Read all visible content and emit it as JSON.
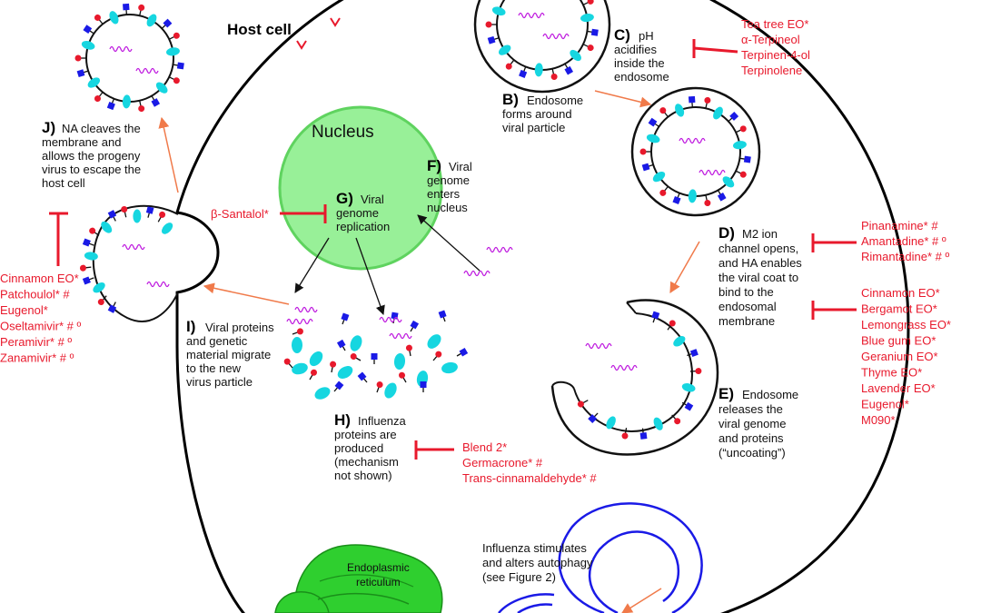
{
  "colors": {
    "inhibitor": "#e8192c",
    "flow_arrow": "#f07a4a",
    "nucleus_fill": "#98f098",
    "nucleus_stroke": "#5fd35f",
    "ha_protein": "#1a1ae6",
    "na_protein": "#e8192c",
    "m2_protein": "#16d6e0",
    "rna": "#c020e0",
    "er_fill": "#2fcf2f",
    "autophagy": "#1a1ae6"
  },
  "labels": {
    "host_cell": "Host cell",
    "nucleus": "Nucleus",
    "er_line1": "Endoplasmic",
    "er_line2": "reticulum",
    "autophagy_line1": "Influenza stimulates",
    "autophagy_line2": "and alters autophagy",
    "autophagy_line3": "(see Figure 2)"
  },
  "steps": {
    "b": {
      "letter": "B)",
      "lines": [
        "Endosome",
        "forms around",
        "viral particle"
      ]
    },
    "c": {
      "letter": "C)",
      "lines": [
        "pH",
        "acidifies",
        "inside the",
        "endosome"
      ]
    },
    "d": {
      "letter": "D)",
      "lines": [
        "M2 ion",
        "channel opens,",
        "and HA enables",
        "the viral coat to",
        "bind to the",
        "endosomal",
        "membrane"
      ]
    },
    "e": {
      "letter": "E)",
      "lines": [
        "Endosome",
        "releases the",
        "viral genome",
        "and proteins",
        "(“uncoating”)"
      ]
    },
    "f": {
      "letter": "F)",
      "lines": [
        "Viral",
        "genome",
        "enters",
        "nucleus"
      ]
    },
    "g": {
      "letter": "G)",
      "lines": [
        "Viral",
        "genome",
        "replication"
      ]
    },
    "h": {
      "letter": "H)",
      "lines": [
        "Influenza",
        "proteins are",
        "produced",
        "(mechanism",
        "not shown)"
      ]
    },
    "i": {
      "letter": "I)",
      "lines": [
        "Viral proteins",
        "and genetic",
        "material migrate",
        "to the new",
        "virus particle"
      ]
    },
    "j": {
      "letter": "J)",
      "lines": [
        "NA cleaves the",
        "membrane and",
        "allows the progeny",
        "virus to escape the",
        "host cell"
      ]
    }
  },
  "inhibitors": {
    "c": [
      "Tea tree EO*",
      "α-Terpineol",
      "Terpinen-4-ol",
      "Terpinolene"
    ],
    "d_m2": [
      "Pinanamine* #",
      "Amantadine* # º",
      "Rimantadine* # º"
    ],
    "d_ha": [
      "Cinnamon EO*",
      "Bergamot EO*",
      "Lemongrass EO*",
      "Blue gum EO*",
      "Geranium EO*",
      "Thyme EO*",
      "Lavender EO*",
      "Eugenol*",
      "M090*"
    ],
    "g": [
      "β-Santalol*"
    ],
    "h": [
      "Blend 2*",
      "Germacrone* #",
      "Trans-cinnamaldehyde* #"
    ],
    "j": [
      "Cinnamon EO*",
      "Patchoulol* #",
      "Eugenol*",
      "Oseltamivir* # º",
      "Peramivir* # º",
      "Zanamivir* # º"
    ]
  }
}
